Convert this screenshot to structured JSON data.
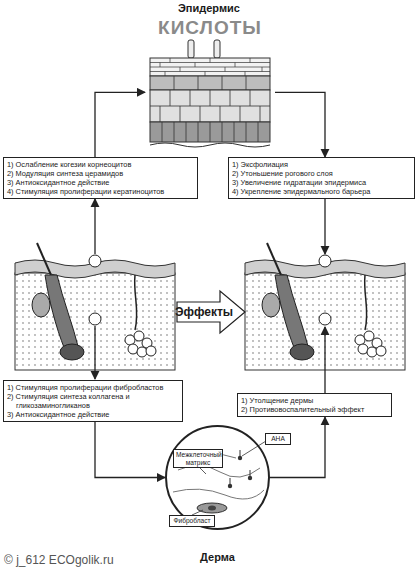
{
  "diagram": {
    "title": "Эпидермис",
    "nodes": [
      {
        "text": [
          "КИСЛОТЫ"
        ]
      },
      {
        "text": [
          "1) Ослабление когезии корнеоцитов",
          "2) Модуляция синтеза церамидов",
          "3) Антиоксидантное действие",
          "4) Стимуляция пролиферации кератиноцитов"
        ]
      },
      {
        "text": [
          "1) Эксфолиация",
          "2) Утоньшение рогового слоя",
          "3) Увеличение гидратации эпидермиса",
          "4) Укрепление эпидермального барьера"
        ]
      },
      {
        "text": [
          "Эффекты"
        ]
      },
      {
        "text": [
          "1) Стимуляция пролиферации фибробластов",
          "2) Стимуляция синтеза коллагена и гликозаминогликанов",
          "3) Антиоксидантное действие"
        ]
      },
      {
        "text": [
          "1) Утолщение дермы",
          "2) Противовоспалительный эффект"
        ]
      },
      {
        "text": [
          "Дерма"
        ]
      },
      {
        "text": [
          "Межклеточный матрикс"
        ],
        "in": 6
      },
      {
        "text": [
          "АНА"
        ],
        "in": 6
      },
      {
        "text": [
          "Фибробласт"
        ],
        "in": 6
      }
    ],
    "edges": [
      {
        "from": 1,
        "to": 0,
        "arrow": "to"
      },
      {
        "from": 0,
        "to": 2,
        "arrow": "to"
      },
      {
        "from": 4,
        "to": 6,
        "arrow": "to"
      },
      {
        "from": 6,
        "to": 5,
        "arrow": "to"
      }
    ],
    "labels": [
      "© j_612 ECOgolik.ru"
    ]
  }
}
